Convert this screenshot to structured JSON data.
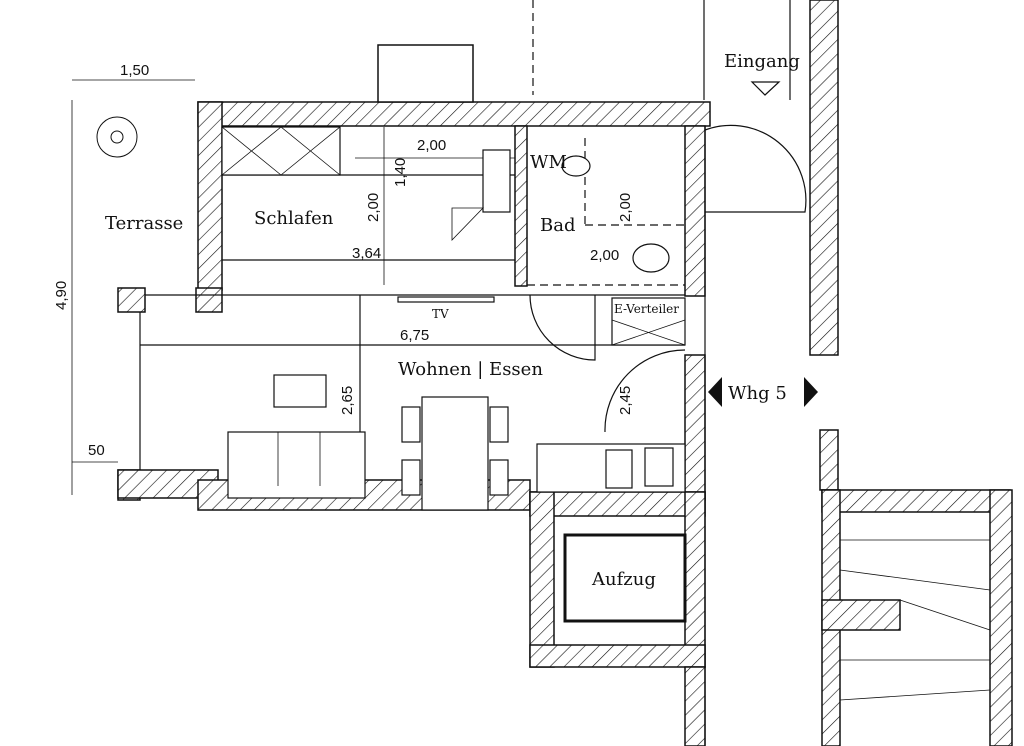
{
  "title": "Floor plan",
  "rooms": {
    "terrasse": "Terrasse",
    "schlafen": "Schlafen",
    "wm": "WM",
    "bad": "Bad",
    "wohnen": "Wohnen | Essen",
    "aufzug": "Aufzug",
    "e_verteiler": "E-Verteiler",
    "tv": "TV"
  },
  "labels": {
    "eingang": "Eingang",
    "whg": "Whg 5"
  },
  "dimensions": {
    "terrasse_width": "1,50",
    "terrasse_height": "4,90",
    "terrasse_small": "50",
    "bed_width": "2,00",
    "bed_length": "2,00",
    "bed_140": "1,40",
    "schlafen_width": "3,64",
    "bad_shower": "2,00",
    "bad_width": "2,00",
    "wohnen_width": "6,75",
    "wohnen_depth": "2,65",
    "kitchen_depth": "2,45"
  }
}
